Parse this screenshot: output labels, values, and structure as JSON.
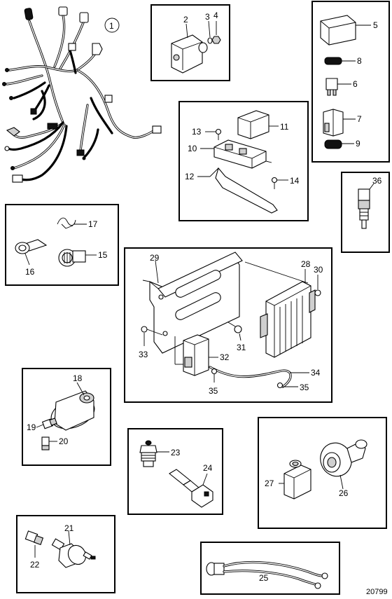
{
  "reference_number": "20799",
  "callouts": [
    "1",
    "2",
    "3",
    "4",
    "5",
    "6",
    "7",
    "8",
    "9",
    "10",
    "11",
    "12",
    "13",
    "14",
    "15",
    "16",
    "17",
    "18",
    "19",
    "20",
    "21",
    "22",
    "23",
    "24",
    "25",
    "26",
    "27",
    "28",
    "29",
    "30",
    "31",
    "32",
    "33",
    "34",
    "35",
    "35",
    "36"
  ]
}
